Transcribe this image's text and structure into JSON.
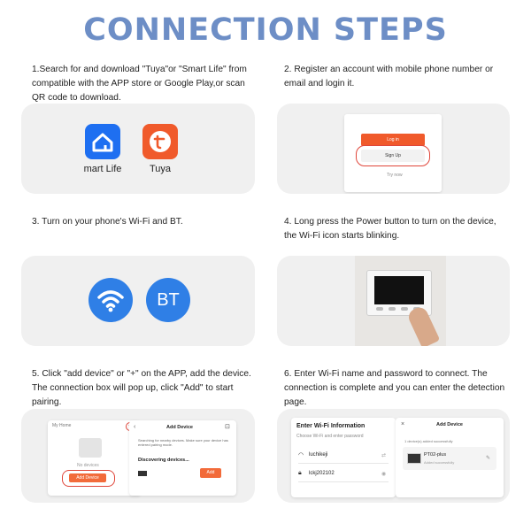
{
  "title": "CONNECTION STEPS",
  "steps": [
    {
      "text": "1.Search for and download \"Tuya\"or \"Smart Life\" from compatible with the APP store or Google Play,or scan QR code to download."
    },
    {
      "text": "2. Register an account with mobile phone number or email and login it."
    },
    {
      "text": "3. Turn on your phone's Wi-Fi and BT."
    },
    {
      "text": "4. Long press the Power button to turn on the device, the Wi-Fi icon starts blinking."
    },
    {
      "text": "5. Click \"add device\" or \"+\" on the APP, add the device. The connection box will pop up, click \"Add\" to start pairing."
    },
    {
      "text": "6. Enter Wi-Fi name and password to connect. The connection is complete and you can enter the detection page."
    }
  ],
  "apps": {
    "smart_life": "mart Life",
    "tuya": "Tuya"
  },
  "login": {
    "login_label": "Log in",
    "signup_label": "Sign Up",
    "try_now": "Try now"
  },
  "bt_label": "BT",
  "panel5": {
    "home_label": "My Home",
    "no_devices": "No devices",
    "add_device_btn": "Add Device",
    "add_device_title": "Add Device",
    "searching": "Searching for nearby devices. Make sure your device has entered pairing mode.",
    "discovering": "Discovering devices...",
    "add_btn": "Add"
  },
  "panel6": {
    "wifi_title": "Enter Wi-Fi Information",
    "wifi_sub": "Choose Wi-Fi and enter password",
    "ssid": "luchikeji",
    "password": "lckj202102",
    "add_device_title": "Add Device",
    "added_count": "1 device(s) added successfully",
    "device_name": "PT02-plus",
    "device_status": "Added successfully"
  },
  "colors": {
    "title": "#6d8ec6",
    "accent": "#f26b3a",
    "bt_blue": "#2f7fe6",
    "smart_life_blue": "#1e6ff1"
  }
}
